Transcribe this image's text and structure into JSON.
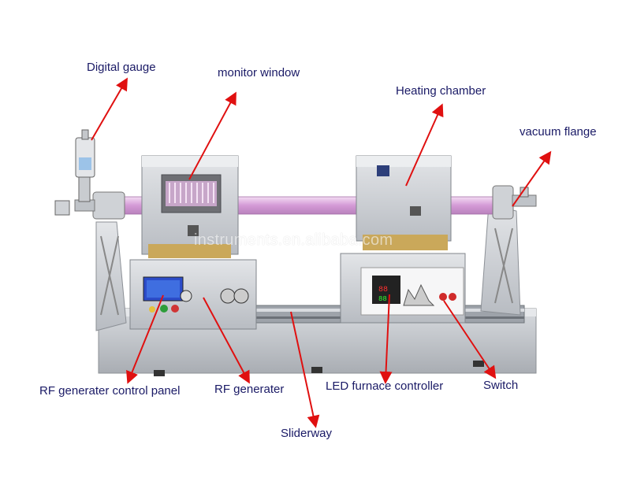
{
  "labels": {
    "digital_gauge": "Digital gauge",
    "monitor_window": "monitor window",
    "heating_chamber": "Heating chamber",
    "vacuum_flange": "vacuum flange",
    "rf_control_panel": "RF generater control panel",
    "rf_generator": "RF generater",
    "slideway": "Sliderway",
    "led_controller": "LED furnace controller",
    "switch": "Switch"
  },
  "watermark": "instruments.en.alibaba.com",
  "colors": {
    "label_text": "#1a1a66",
    "arrow": "#e01010",
    "tube": "#d9a0d9",
    "equipment": "#c8cbd0"
  }
}
